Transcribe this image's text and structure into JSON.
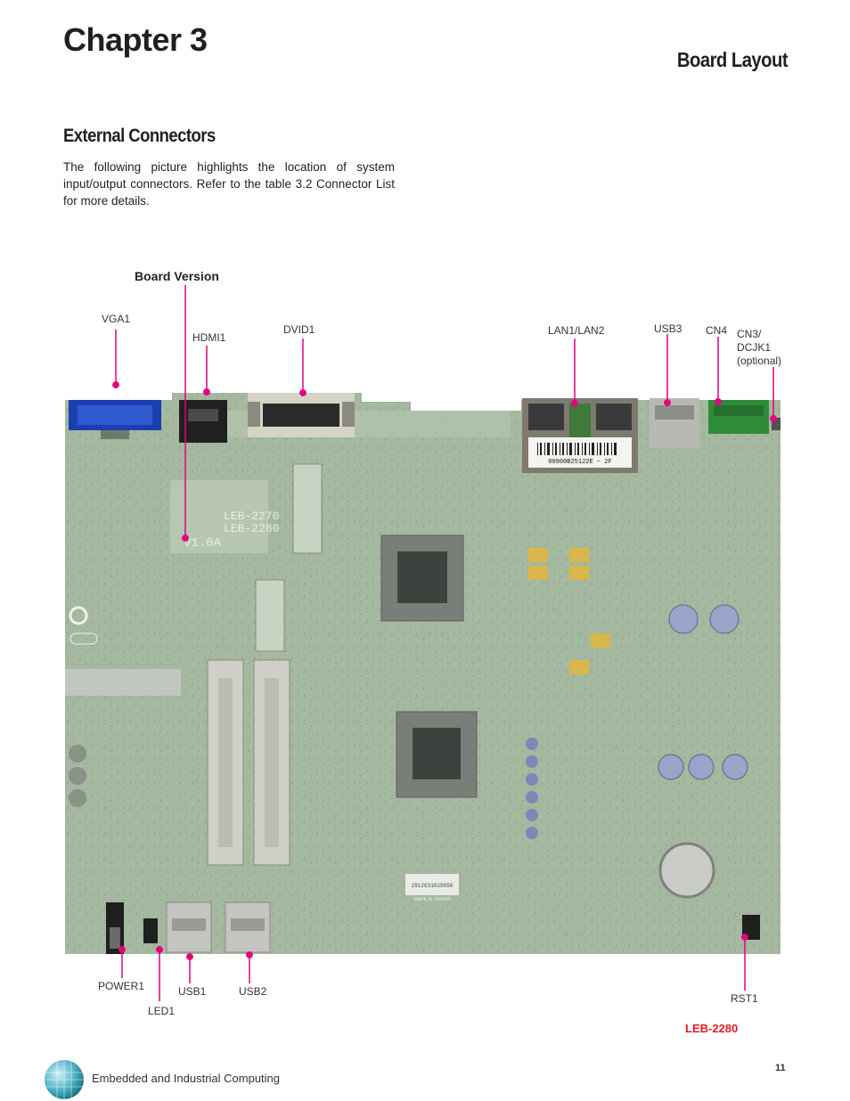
{
  "header": {
    "chapter": "Chapter 3",
    "section": "Board Layout"
  },
  "content": {
    "subtitle": "External Connectors",
    "intro": "The following picture highlights the location of system input/output connectors.  Refer to the table 3.2 Connector List for more details."
  },
  "board": {
    "version_label": "Board Version",
    "connectors": {
      "vga1": "VGA1",
      "hdmi1": "HDMI1",
      "dvid1": "DVID1",
      "lan": "LAN1/LAN2",
      "usb3": "USB3",
      "cn4": "CN4",
      "cn3_line1": "CN3/",
      "cn3_line2": "DCJK1",
      "cn3_line3": "(optional)",
      "power1": "POWER1",
      "led1": "LED1",
      "usb1": "USB1",
      "usb2": "USB2",
      "rst1": "RST1"
    },
    "silkscreen": {
      "lines": [
        "LEB-2270",
        "LEB-2280",
        "V1.0A"
      ],
      "barcode_top": "00900B25122E ~  2F",
      "barcode_bottom": "2912631029850",
      "made_in": "MADE IN TAIWAN"
    },
    "model": "LEB-2280"
  },
  "footer": {
    "company": "Embedded and Industrial Computing",
    "page": "11"
  },
  "colors": {
    "accent": "#e6007e",
    "model_red": "#e31b23",
    "pcb": "#9fb39b"
  }
}
